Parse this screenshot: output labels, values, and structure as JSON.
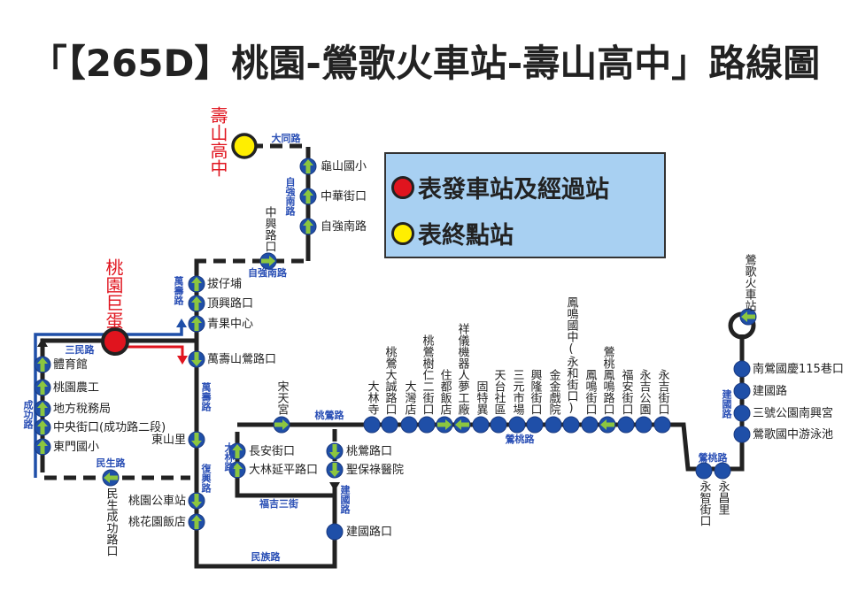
{
  "title": "「【265D】桃園-鶯歌火車站-壽山高中」路線圖",
  "legend": {
    "items": [
      {
        "label": "表發車站及經過站",
        "color": "#e0141e"
      },
      {
        "label": "表終點站",
        "color": "#ffee00"
      }
    ]
  },
  "colors": {
    "route_line": "#222222",
    "stop_blue": "#1f4fa8",
    "arrow_green": "#8cc63f",
    "road_label": "#2a4fb5",
    "terminal_label": "#e0141e",
    "origin_blue_line": "#1f4fa8",
    "origin_red_line": "#e0141e"
  },
  "terminals": {
    "shoushan": "壽山高中",
    "taoyuan_dome": "桃園巨蛋",
    "yingge_station": "鶯歌火車站"
  },
  "roads": {
    "datong": "大同路",
    "ziqiang_south_v": "自強南路",
    "ziqiang_south_h": "自強南路",
    "wanshou_upper": "萬壽路",
    "wanshou_lower": "萬壽路",
    "sanmin": "三民路",
    "chenggong": "成功路",
    "minsheng": "民生路",
    "fuxing": "復興路",
    "dalin": "大林路",
    "fuji3": "福吉三街",
    "minzu": "民族路",
    "taoying": "桃鶯路",
    "jianguo_left": "建國路",
    "yingtao_main": "鶯桃路",
    "yingtao_lower": "鶯桃路",
    "jianguo_right": "建國路"
  },
  "stops": {
    "guishan": "龜山國小",
    "zhonghua": "中華街口",
    "ziqiang": "自強南路",
    "zhongxing": "中興路口",
    "bazaipu": "拔仔埔",
    "dingxing": "頂興路口",
    "qingguo": "青果中心",
    "wanshou_shanying": "萬壽山鶯路口",
    "gym": "體育館",
    "agri": "桃園農工",
    "tax": "地方稅務局",
    "zhongyang": "中央街口(成功路二段)",
    "dongmen": "東門國小",
    "minsheng_chenggong": "民生成功路口",
    "dongshan": "東山里",
    "bus_station": "桃園公車站",
    "peach_hotel": "桃花園飯店",
    "songtian": "宋天宮",
    "changan": "長安街口",
    "dalin_yanping": "大林延平路口",
    "taoying_rd": "桃鶯路口",
    "shengbao": "聖保祿醫院",
    "jianguo_kou": "建國路口",
    "main": [
      "大林寺",
      "桃鶯大誠路口",
      "大灣店",
      "桃鶯樹仁二街口",
      "住都飯店",
      "祥儀機器人夢工廠",
      "固特異",
      "天台社區",
      "三元市場",
      "興隆街口",
      "金金戲院",
      "鳳鳴國中(永和街口)",
      "鳳鳴街口",
      "鶯桃鳳鳴路口",
      "福安街口",
      "永吉公園",
      "永吉街口"
    ],
    "yongzhi": "永智街口",
    "yongchang": "永昌里",
    "yingge_pool": "鶯歌國中游泳池",
    "sanhao": "三號公園南興宮",
    "jianguo_rd": "建國路",
    "nanying115": "南鶯國慶115巷口"
  }
}
